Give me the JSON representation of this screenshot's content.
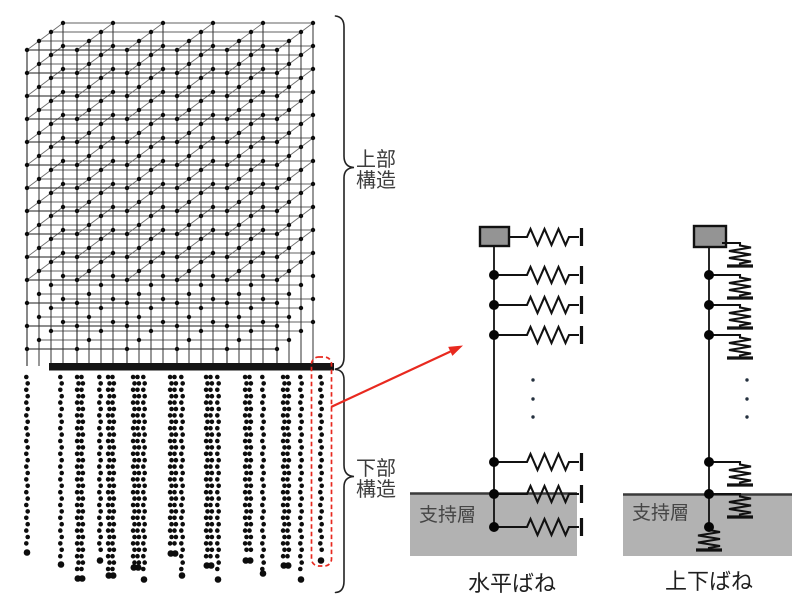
{
  "figure": {
    "building": {
      "upper_structure_label": {
        "line1": "上部",
        "line2": "構造"
      },
      "lower_structure_label": {
        "line1": "下部",
        "line2": "構造"
      }
    },
    "horizontal_spring_model": {
      "ground_label": "支持層",
      "caption": "水平ばね"
    },
    "vertical_spring_model": {
      "ground_label": "支持層",
      "caption": "上下ばね"
    },
    "colors": {
      "line": "#1b1b1b",
      "depth_line": "#606060",
      "diag_line": "#6b6b6b",
      "ground_fill": "#b2b2b2",
      "ground_edge": "#3a3a3a",
      "mass_fill": "#949494",
      "highlight_red": "#e8291f",
      "dot": "#24303e"
    }
  }
}
